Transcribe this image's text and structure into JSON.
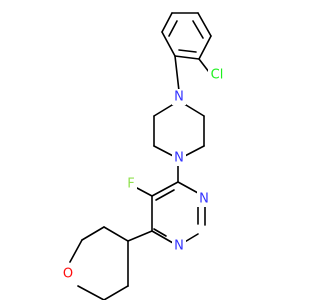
{
  "molecule": {
    "colors": {
      "bond": "#000000",
      "N": "#3333ff",
      "O": "#ff0d0d",
      "F": "#90e050",
      "Cl": "#1ff01f"
    },
    "atoms": [
      {
        "id": "cl",
        "element": "Cl",
        "label": "Cl"
      },
      {
        "id": "n_pip_top",
        "element": "N",
        "label": "N"
      },
      {
        "id": "n_pip_bottom",
        "element": "N",
        "label": "N"
      },
      {
        "id": "f",
        "element": "F",
        "label": "F"
      },
      {
        "id": "n_pyr_right",
        "element": "N",
        "label": "N"
      },
      {
        "id": "n_pyr_bottom",
        "element": "N",
        "label": "N"
      },
      {
        "id": "o_oxane",
        "element": "O",
        "label": "O"
      }
    ]
  }
}
